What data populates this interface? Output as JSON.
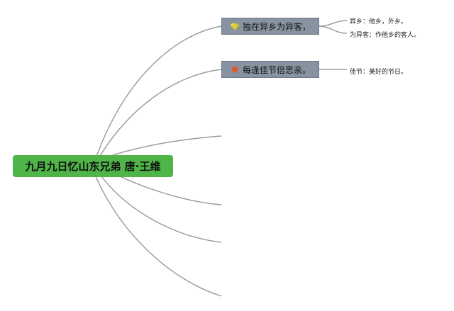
{
  "root": {
    "label": "九月九日忆山东兄弟 唐·王维",
    "color": "#4fb548"
  },
  "branches": [
    {
      "label": "独在异乡为异客，",
      "icon": "gem-icon",
      "notes": [
        "异乡：他乡，外乡。",
        "为异客：作他乡的客人。"
      ]
    },
    {
      "label": "每逢佳节倍思亲。",
      "icon": "maple-leaf-icon",
      "notes": [
        "佳节：美好的节日。"
      ]
    }
  ],
  "colors": {
    "branch_fill": "#8793a0",
    "connector": "#9a9a9a"
  }
}
